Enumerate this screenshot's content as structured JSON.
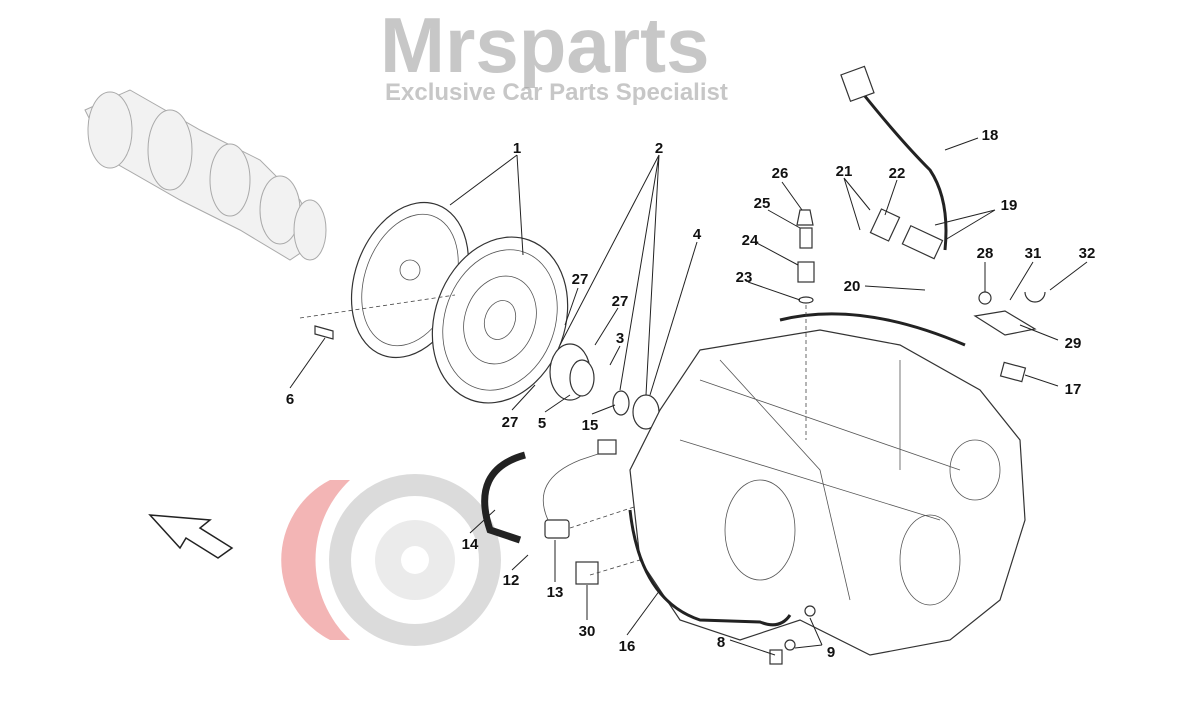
{
  "diagram": {
    "title": "Clutch, flywheel and transmission housing exploded view",
    "watermark": {
      "brand": "Mrsparts",
      "tagline": "Exclusive Car Parts Specialist"
    },
    "callouts": [
      "1",
      "2",
      "3",
      "4",
      "5",
      "6",
      "8",
      "9",
      "12",
      "13",
      "14",
      "15",
      "16",
      "17",
      "18",
      "19",
      "20",
      "21",
      "22",
      "23",
      "24",
      "25",
      "26",
      "27",
      "28",
      "29",
      "30",
      "31",
      "32"
    ]
  }
}
